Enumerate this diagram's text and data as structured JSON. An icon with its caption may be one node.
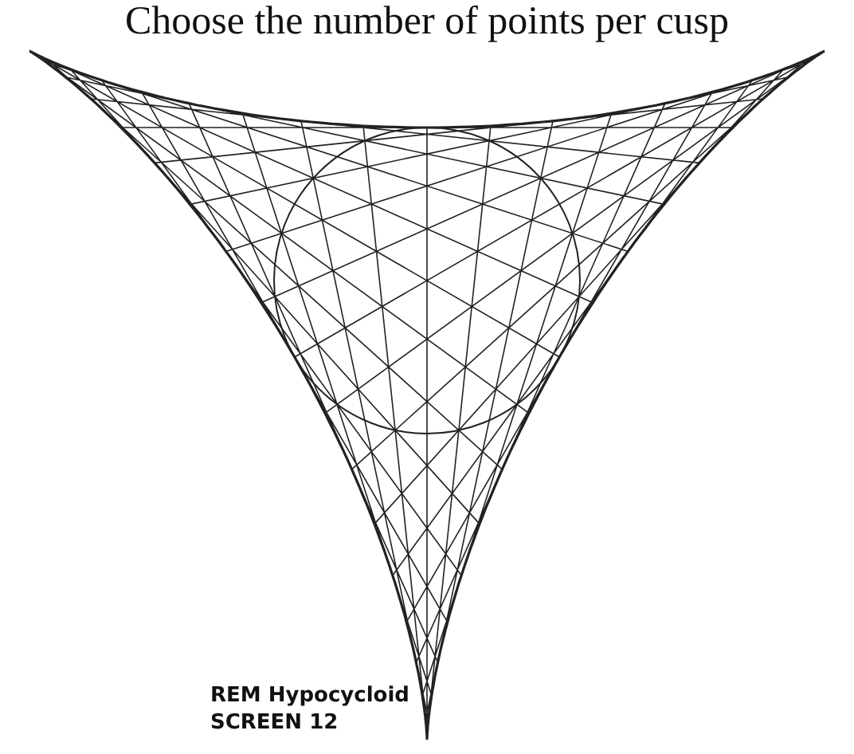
{
  "diagram": {
    "title": "Choose the number of points per cusp",
    "labels": [
      "REM Hypocycloid",
      "SCREEN 12"
    ]
  }
}
